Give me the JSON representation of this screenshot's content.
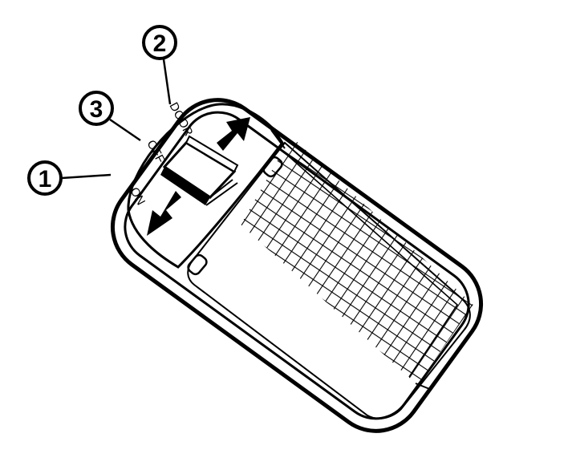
{
  "callouts": [
    {
      "id": "1",
      "label": "1"
    },
    {
      "id": "2",
      "label": "2"
    },
    {
      "id": "3",
      "label": "3"
    }
  ],
  "switch_positions": {
    "on": "ON",
    "off": "OFF",
    "door": "DOOR"
  },
  "colors": {
    "line": "#000000",
    "background": "#ffffff"
  },
  "icons": {
    "arrow_up_right": "arrow-up-right-icon",
    "arrow_down_left": "arrow-down-left-icon"
  }
}
